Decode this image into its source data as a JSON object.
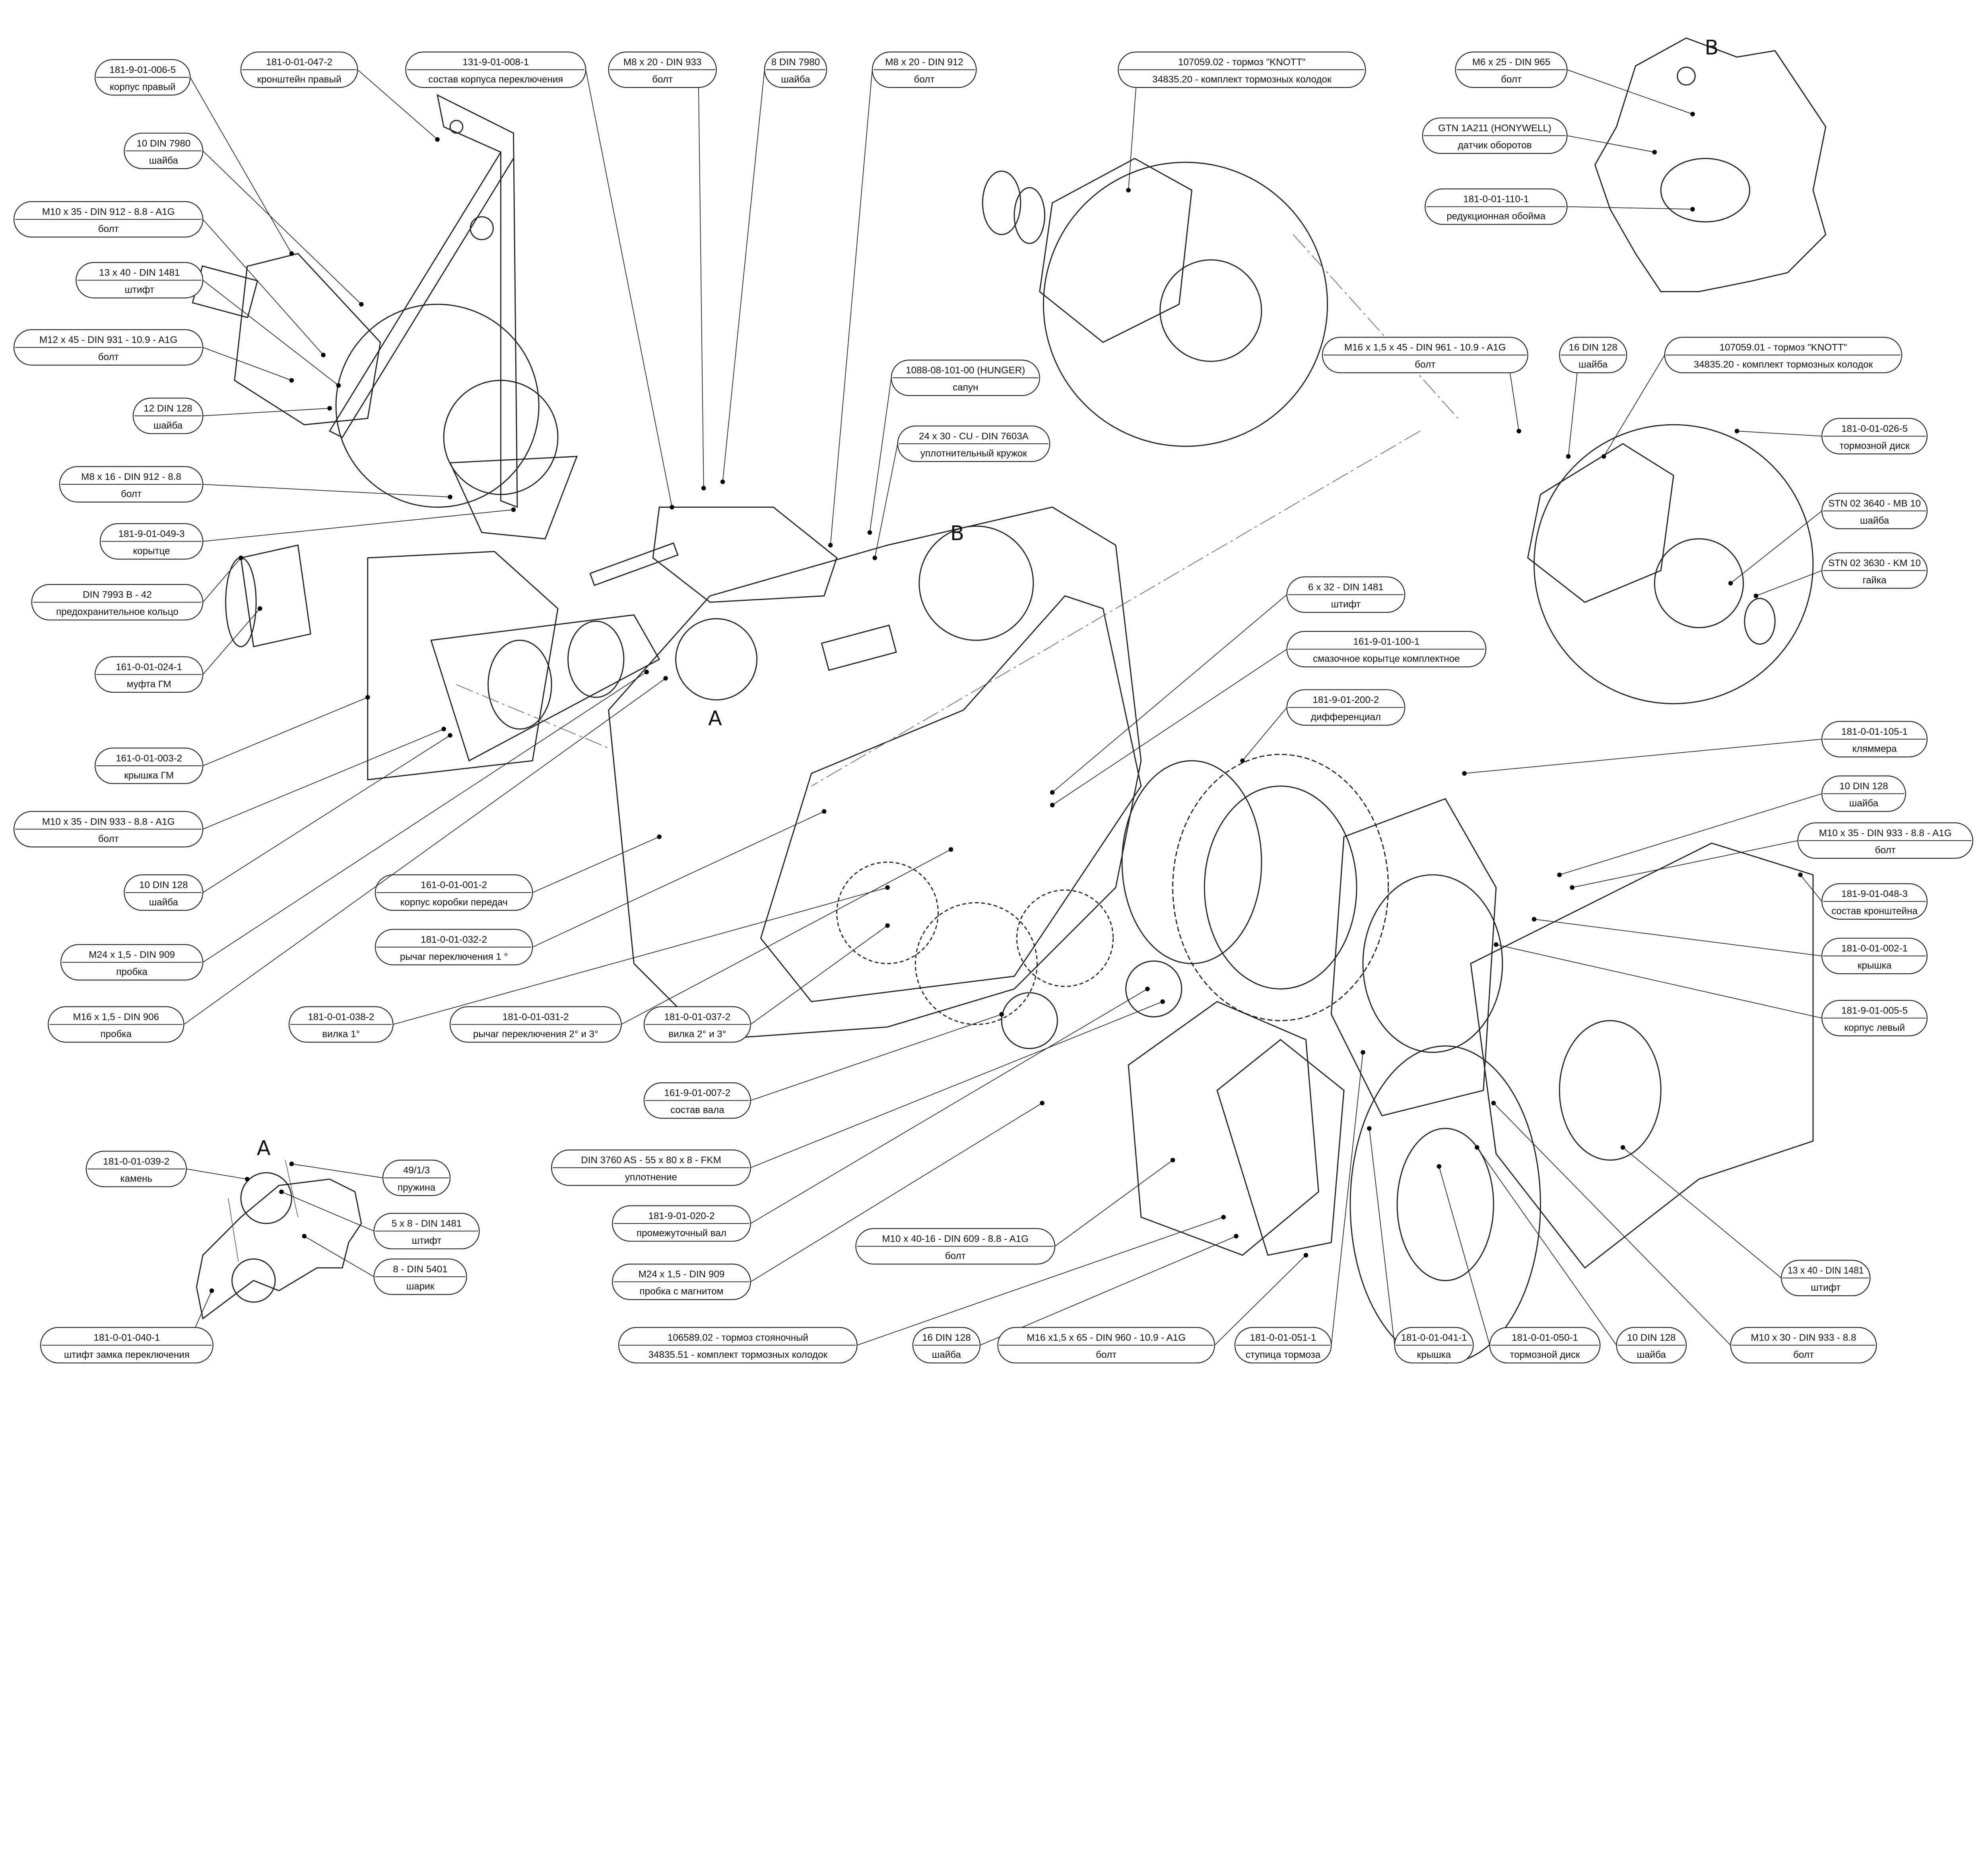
{
  "detail_markers": [
    "A",
    "B",
    "B",
    "A"
  ],
  "callouts": [
    {
      "code": "181-9-01-006-5",
      "name": "корпус правый"
    },
    {
      "code": "181-0-01-047-2",
      "name": "кронштейн правый"
    },
    {
      "code": "131-9-01-008-1",
      "name": "состав корпуса переключения"
    },
    {
      "code": "M8 x 20 - DIN 933",
      "name": "болт"
    },
    {
      "code": "8 DIN 7980",
      "name": "шайба"
    },
    {
      "code": "M8 x 20 - DIN 912",
      "name": "болт"
    },
    {
      "code": "107059.02 - тормоз \"KNOTT\"",
      "name": "34835.20 - комплект тормозных колодок"
    },
    {
      "code": "M6 x 25 - DIN 965",
      "name": "болт"
    },
    {
      "code": "GTN 1A211 (HONYWELL)",
      "name": "датчик оборотов"
    },
    {
      "code": "181-0-01-110-1",
      "name": "редукционная обойма"
    },
    {
      "code": "10 DIN 7980",
      "name": "шайба"
    },
    {
      "code": "M10 x 35 - DIN 912 -  8.8 - A1G",
      "name": "болт"
    },
    {
      "code": "13 x 40  - DIN 1481",
      "name": "штифт"
    },
    {
      "code": "M12 x 45 - DIN 931 - 10.9 - A1G",
      "name": "болт"
    },
    {
      "code": "12 DIN 128",
      "name": "шайба"
    },
    {
      "code": "M16 x 1,5 x 45 - DIN 961 - 10.9 - A1G",
      "name": "болт"
    },
    {
      "code": "16 DIN 128",
      "name": "шайба"
    },
    {
      "code": "107059.01 - тормоз \"KNOTT\"",
      "name": "34835.20 - комплект тормозных колодок"
    },
    {
      "code": "1088-08-101-00 (HUNGER)",
      "name": "сапун"
    },
    {
      "code": "24 x 30 - CU - DIN 7603A",
      "name": "уплотнительный кружок"
    },
    {
      "code": "M8 x 16 - DIN 912 - 8.8",
      "name": "болт"
    },
    {
      "code": "181-9-01-049-3",
      "name": "корытце"
    },
    {
      "code": "181-0-01-026-5",
      "name": "тормозной диск"
    },
    {
      "code": "STN 02 3640 - MB 10",
      "name": "шайба"
    },
    {
      "code": "STN 02 3630 - KM 10",
      "name": "гайка"
    },
    {
      "code": "DIN 7993 B - 42",
      "name": "предохранительное кольцо"
    },
    {
      "code": "6 x 32  - DIN 1481",
      "name": "штифт"
    },
    {
      "code": "161-9-01-100-1",
      "name": "смазочное корытце комплектное"
    },
    {
      "code": "161-0-01-024-1",
      "name": "муфта ГМ"
    },
    {
      "code": "181-9-01-200-2",
      "name": "дифференциал"
    },
    {
      "code": "181-0-01-105-1",
      "name": "кляммера"
    },
    {
      "code": "161-0-01-003-2",
      "name": "крышка ГМ"
    },
    {
      "code": "10 DIN 128",
      "name": "шайба"
    },
    {
      "code": "M10 x 35 - DIN 933 - 8.8 - A1G",
      "name": "болт"
    },
    {
      "code": "M10 x 35 - DIN 933 - 8.8 - A1G",
      "name": "болт"
    },
    {
      "code": "10 DIN 128",
      "name": "шайба"
    },
    {
      "code": "181-9-01-048-3",
      "name": "состав кронштейна"
    },
    {
      "code": "161-0-01-001-2",
      "name": "корпус коробки передач"
    },
    {
      "code": "181-0-01-002-1",
      "name": "крышка"
    },
    {
      "code": "181-0-01-032-2",
      "name": "рычаг переключения 1 °"
    },
    {
      "code": "M24 x 1,5 - DIN 909",
      "name": "пробка"
    },
    {
      "code": "181-9-01-005-5",
      "name": "корпус левый"
    },
    {
      "code": "M16 x 1,5 - DIN 906",
      "name": "пробка"
    },
    {
      "code": "181-0-01-038-2",
      "name": "вилка 1°"
    },
    {
      "code": "181-0-01-031-2",
      "name": "рычаг переключения 2° и 3°"
    },
    {
      "code": "181-0-01-037-2",
      "name": "вилка 2° и 3°"
    },
    {
      "code": "161-9-01-007-2",
      "name": "состав вала"
    },
    {
      "code": "181-0-01-039-2",
      "name": "камень"
    },
    {
      "code": "49/1/3",
      "name": "пружина"
    },
    {
      "code": "DIN 3760 AS - 55 x 80 x 8 - FKM",
      "name": "уплотнение"
    },
    {
      "code": "5 x 8 - DIN 1481",
      "name": "штифт"
    },
    {
      "code": "181-9-01-020-2",
      "name": "промежуточный вал"
    },
    {
      "code": "8 - DIN 5401",
      "name": "шарик"
    },
    {
      "code": "M10 x 40-16 - DIN 609 - 8.8 - A1G",
      "name": "болт"
    },
    {
      "code": "M24 x 1,5 -  DIN 909",
      "name": "пробка с магнитом"
    },
    {
      "code": "181-0-01-040-1",
      "name": "штифт замка переключения"
    },
    {
      "code": "106589.02 - тормоз стояночный",
      "name": "34835.51 - комплект тормозных колодок"
    },
    {
      "code": "16 DIN 128",
      "name": "шайба"
    },
    {
      "code": "M16 x1,5 x 65 - DIN 960 - 10.9 - A1G",
      "name": "болт"
    },
    {
      "code": "181-0-01-051-1",
      "name": "ступица тормоза"
    },
    {
      "code": "181-0-01-041-1",
      "name": "крышка"
    },
    {
      "code": "181-0-01-050-1",
      "name": "тормозной диск"
    },
    {
      "code": "10 DIN 128",
      "name": "шайба"
    },
    {
      "code": "M10 x 30 - DIN 933 -   8.8",
      "name": "болт"
    },
    {
      "code": "13 x 40  - DIN 1481",
      "name": "штифт"
    }
  ]
}
